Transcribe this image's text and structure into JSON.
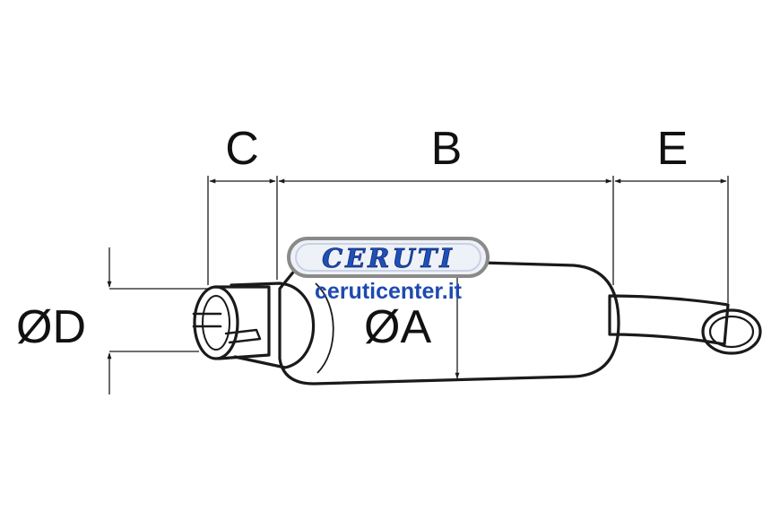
{
  "labels": {
    "c": "C",
    "b": "B",
    "e": "E",
    "diameter_d": "ØD",
    "diameter_a": "ØA"
  },
  "logo": {
    "brand": "CERUTI",
    "website": "ceruticenter.it"
  },
  "colors": {
    "line": "#1a1a1a",
    "brand_blue": "#1f4fb8",
    "website_blue": "#1e4ab0",
    "logo_ring": "#8a8a8a",
    "logo_fill": "#eef1f7"
  }
}
